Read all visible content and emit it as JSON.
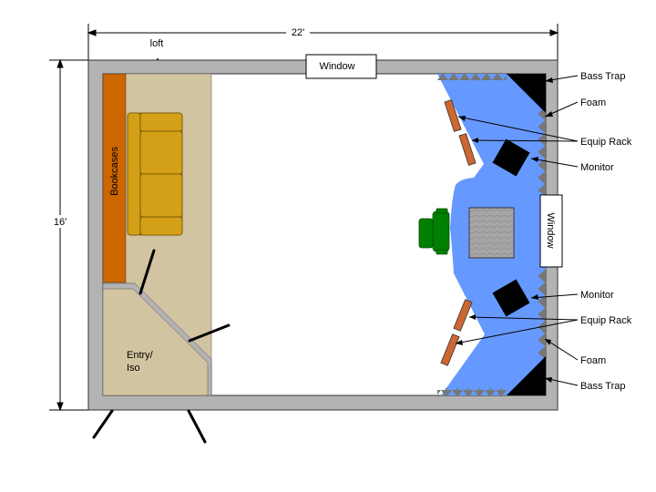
{
  "dimensions": {
    "width_label": "22'",
    "height_label": "16'"
  },
  "areas": {
    "loft": "loft",
    "bookcases": "Bookcases",
    "entry_line1": "Entry/",
    "entry_line2": "Iso"
  },
  "windows": {
    "top": "Window",
    "right": "Window"
  },
  "callouts": {
    "bass_trap_top": "Bass Trap",
    "foam_top": "Foam",
    "equip_rack_top": "Equip Rack",
    "monitor_top": "Monitor",
    "monitor_bottom": "Monitor",
    "equip_rack_bottom": "Equip Rack",
    "foam_bottom": "Foam",
    "bass_trap_bottom": "Bass Trap"
  },
  "colors": {
    "wall": "#b3b3b3",
    "loft_floor": "#d2c4a0",
    "bookcase": "#cc6600",
    "sofa": "#d4a017",
    "treatment": "#6699ff",
    "bass_trap": "#000000",
    "rack": "#cc6633",
    "chair": "#008000",
    "console": "#a6a6a6"
  }
}
